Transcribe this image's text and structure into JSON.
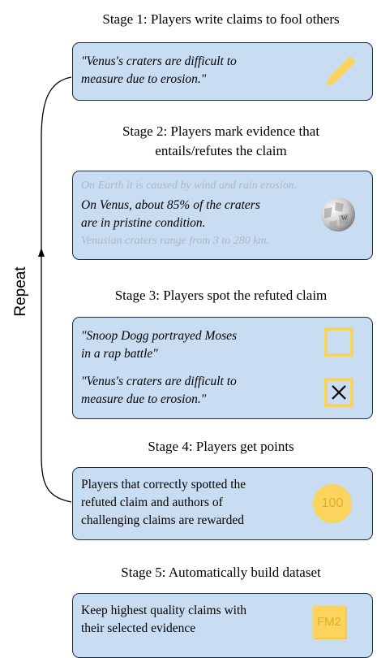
{
  "repeat_label": "Repeat",
  "stages": [
    {
      "title": "Stage 1: Players write claims to fool others",
      "claim_line1": "\"Venus's craters are difficult to",
      "claim_line2": "measure due to erosion.\"",
      "icon": "pencil-icon"
    },
    {
      "title_line1": "Stage 2: Players mark evidence that",
      "title_line2": "entails/refutes the claim",
      "evidence_before": "On Earth it is caused by wind and rain erosion.",
      "evidence_selected_line1": "On Venus, about 85% of the craters",
      "evidence_selected_line2": "are in pristine condition.",
      "evidence_after": "Venusian craters range from 3 to 280 km.",
      "icon": "wikipedia-globe-icon"
    },
    {
      "title": "Stage 3: Players spot the refuted claim",
      "claims": [
        {
          "line1": "\"Snoop Dogg portrayed Moses",
          "line2": "in a rap battle\"",
          "checked": false
        },
        {
          "line1": "\"Venus's craters are difficult to",
          "line2": "measure due to erosion.\"",
          "checked": true
        }
      ],
      "checkmark": "✕"
    },
    {
      "title": "Stage 4: Players get points",
      "text_line1": "Players that correctly spotted the",
      "text_line2": "refuted claim and authors of",
      "text_line3": "challenging claims are rewarded",
      "points": "100",
      "icon": "coin-icon"
    },
    {
      "title": "Stage 5: Automatically build dataset",
      "text_line1": "Keep highest quality claims with",
      "text_line2": "their selected evidence",
      "dataset_label": "FM2",
      "icon": "document-stack-icon"
    }
  ],
  "colors": {
    "box_fill": "#c9ddf2",
    "box_border": "#1e2d3c",
    "accent_yellow": "#fad45c",
    "faded_text": "#a9b8c6"
  }
}
